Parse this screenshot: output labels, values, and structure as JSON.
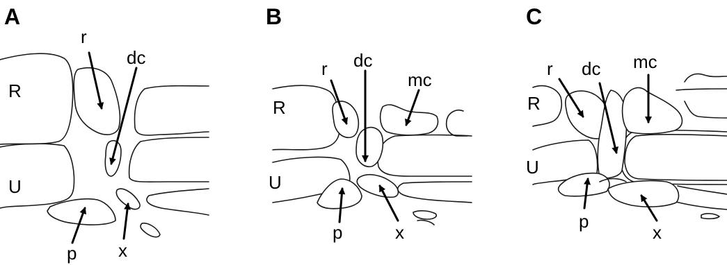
{
  "panels": [
    {
      "letter": "A",
      "labels": {
        "radius": "R",
        "ulna": "U",
        "r": "r",
        "dc": "dc",
        "p": "p",
        "x": "x"
      }
    },
    {
      "letter": "B",
      "labels": {
        "radius": "R",
        "ulna": "U",
        "r": "r",
        "dc": "dc",
        "mc": "mc",
        "p": "p",
        "x": "x"
      }
    },
    {
      "letter": "C",
      "labels": {
        "radius": "R",
        "ulna": "U",
        "r": "r",
        "dc": "dc",
        "mc": "mc",
        "p": "p",
        "x": "x"
      }
    }
  ],
  "colors": {
    "line": "#1a1a1a",
    "background": "#ffffff"
  }
}
